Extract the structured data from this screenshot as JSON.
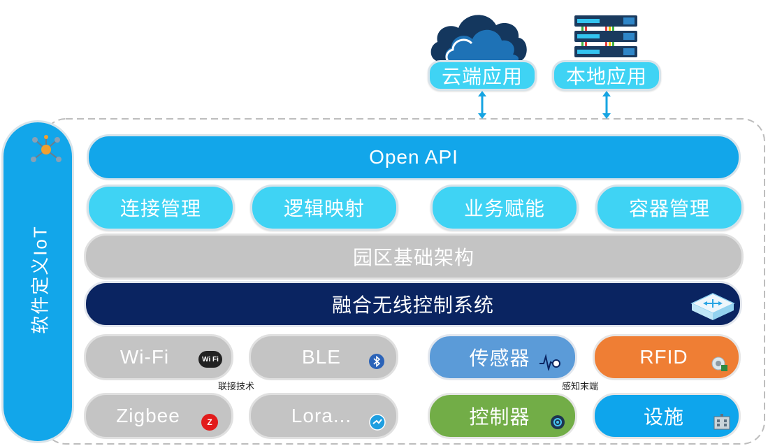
{
  "top_apps": {
    "cloud_label": "云端应用",
    "local_label": "本地应用"
  },
  "sidebar": {
    "label": "软件定义IoT"
  },
  "layers": {
    "open_api": "Open API",
    "modules": [
      "连接管理",
      "逻辑映射",
      "业务赋能",
      "容器管理"
    ],
    "infrastructure": "园区基础架构",
    "wireless_control": "融合无线控制系统"
  },
  "connectivity": {
    "group_label": "联接技术",
    "items": [
      "Wi-Fi",
      "BLE",
      "Zigbee",
      "Lora..."
    ],
    "badges": {
      "wifi": "Wi Fi",
      "zigbee": "Z"
    }
  },
  "terminals": {
    "group_label": "感知末端",
    "items": [
      "传感器",
      "RFID",
      "控制器",
      "设施"
    ]
  }
}
